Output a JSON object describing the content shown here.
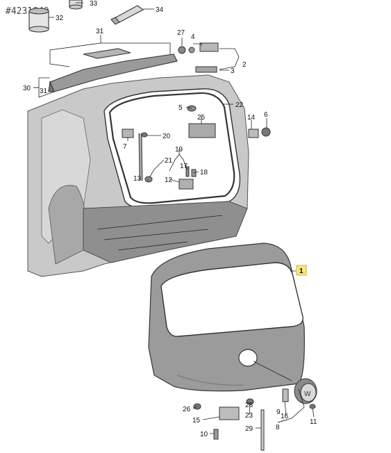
{
  "figure_ref": "#4231840",
  "highlight_color": "#f7e67a",
  "part_numbers": {
    "p1": "1",
    "p2": "2",
    "p3": "3",
    "p4": "4",
    "p5": "5",
    "p6": "6",
    "p7": "7",
    "p8": "8",
    "p9": "9",
    "p10": "10",
    "p11": "11",
    "p12": "12",
    "p13": "13",
    "p14": "14",
    "p15": "15",
    "p16": "16",
    "p17": "17",
    "p18": "18",
    "p19": "19",
    "p20": "20",
    "p21": "21",
    "p22": "22",
    "p23": "23",
    "p25": "25",
    "p26": "26",
    "p27": "27",
    "p28": "28",
    "p29": "29",
    "p30": "30",
    "p31a": "31",
    "p31b": "31",
    "p32": "32",
    "p33": "33",
    "p34": "34"
  }
}
